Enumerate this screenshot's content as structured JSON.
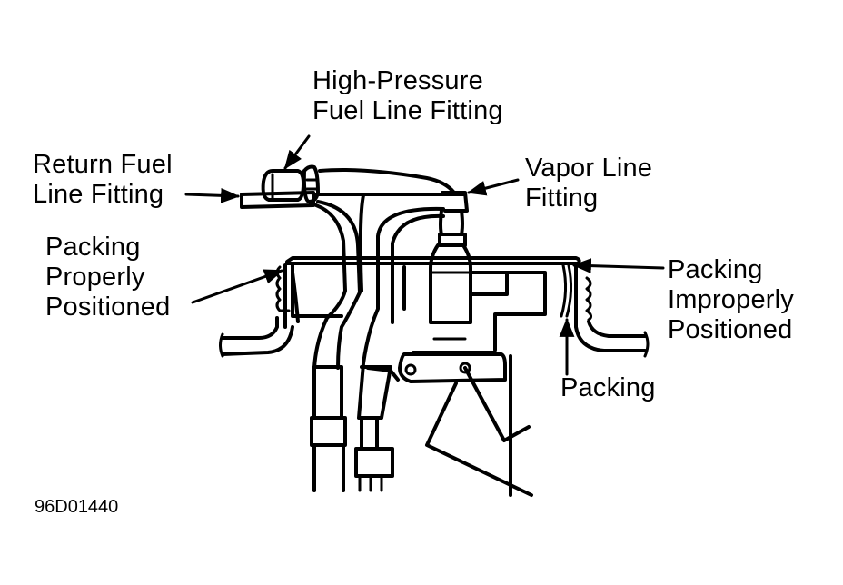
{
  "diagram": {
    "labels": {
      "high_pressure": [
        "High-Pressure",
        "Fuel Line Fitting"
      ],
      "return_fuel": [
        "Return Fuel",
        "Line Fitting"
      ],
      "vapor_line": [
        "Vapor Line",
        "Fitting"
      ],
      "packing_proper": [
        "Packing",
        "Properly",
        "Positioned"
      ],
      "packing_improper": [
        "Packing",
        "Improperly",
        "Positioned"
      ],
      "packing": "Packing"
    },
    "figure_code": "96D01440"
  }
}
